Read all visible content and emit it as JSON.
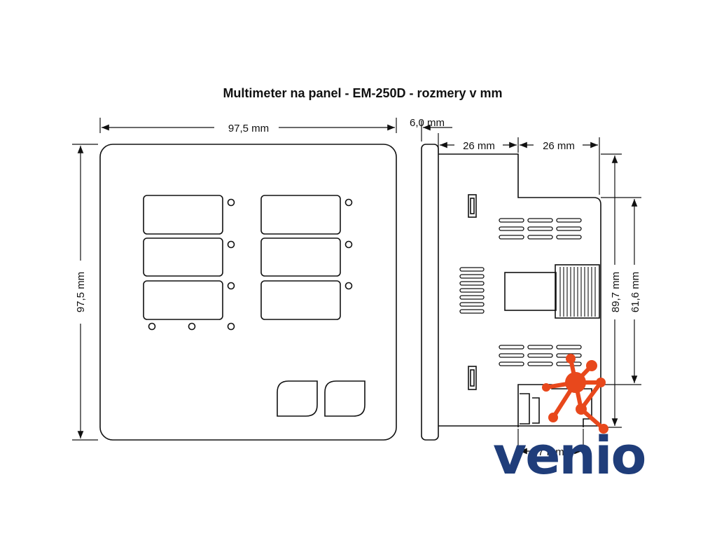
{
  "title": "Multimeter na panel - EM-250D - rozmery v mm",
  "dimensions": {
    "front_width": "97,5 mm",
    "front_height": "97,5 mm",
    "bezel_depth": "6,0 mm",
    "depth_a": "26 mm",
    "depth_b": "26 mm",
    "body_height": "89,7 mm",
    "rail_height": "61,6 mm",
    "bottom": "7 mm"
  },
  "logo": {
    "text": "venio",
    "text_color": "#1f3d7a",
    "mark_color": "#e8481c"
  },
  "colors": {
    "line": "#111111",
    "background": "#ffffff"
  }
}
